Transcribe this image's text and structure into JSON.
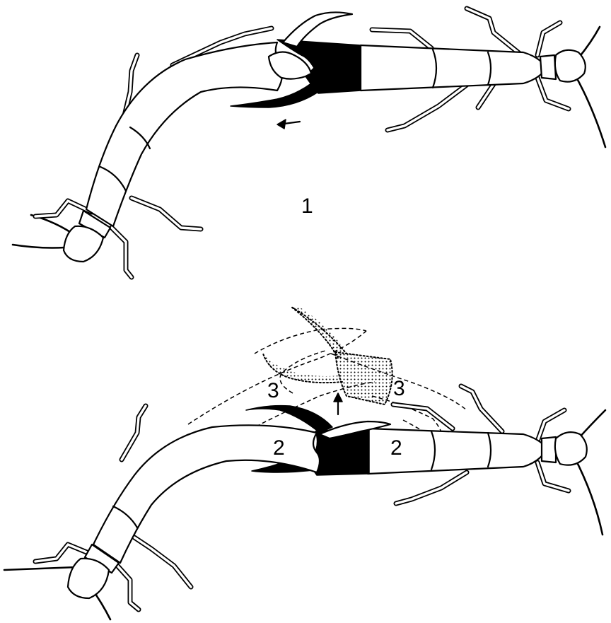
{
  "figure": {
    "panel_top": {
      "label": "1"
    },
    "panel_bottom": {
      "label_prior_left": "2",
      "label_prior_right": "2",
      "label_next_left": "3",
      "label_next_right": "3"
    }
  }
}
